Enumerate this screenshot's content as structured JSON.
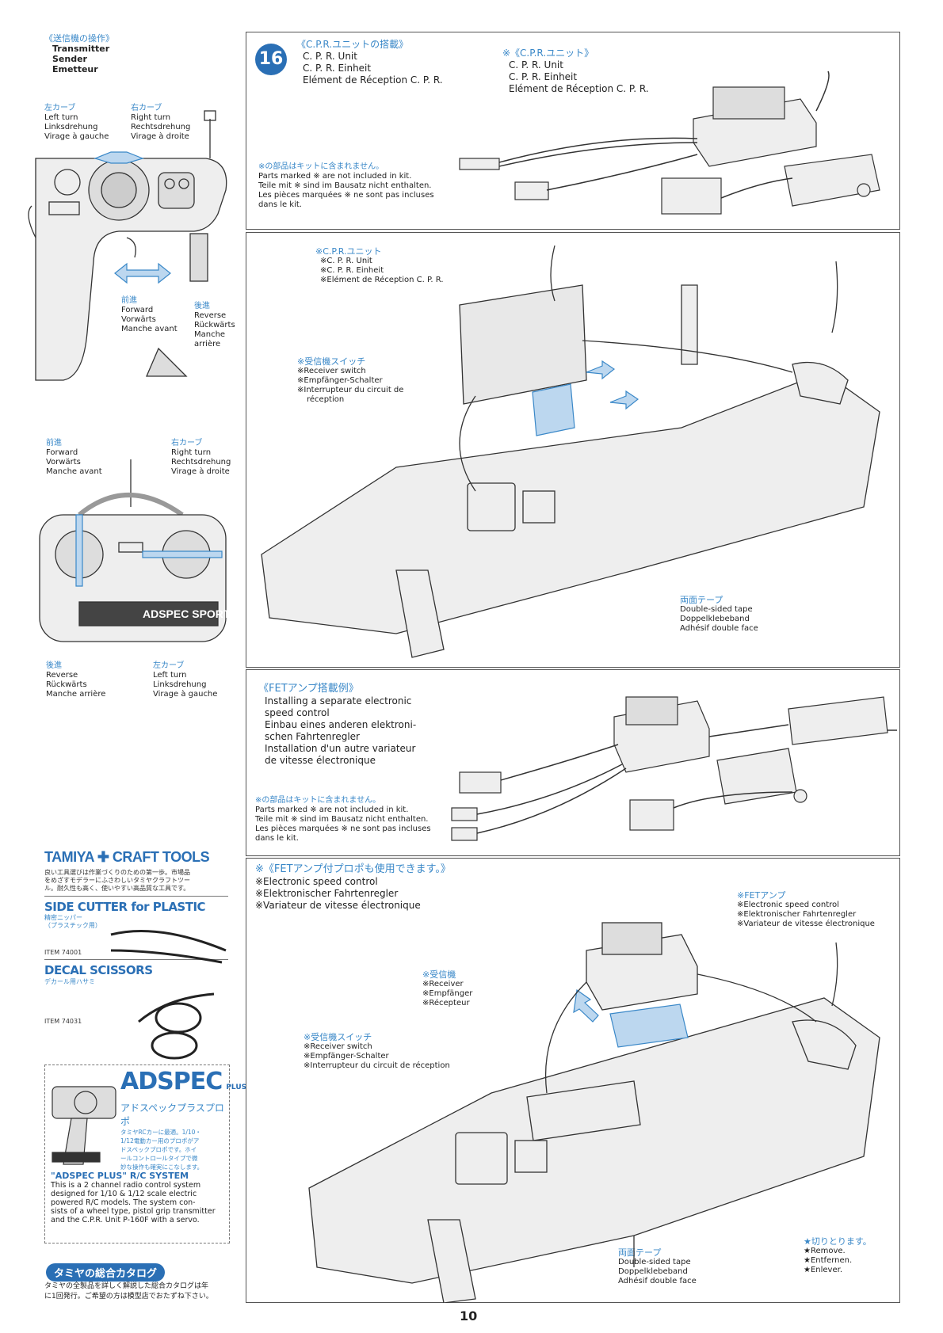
{
  "page_number": "10",
  "left": {
    "transmitter": {
      "jp": "《送信機の操作》",
      "l1": "Transmitter",
      "l2": "Sender",
      "l3": "Emetteur"
    },
    "stick_tx": {
      "left_turn": {
        "jp": "左カーブ",
        "l1": "Left turn",
        "l2": "Linksdrehung",
        "l3": "Virage à gauche"
      },
      "right_turn": {
        "jp": "右カーブ",
        "l1": "Right turn",
        "l2": "Rechtsdrehung",
        "l3": "Virage à droite"
      },
      "forward": {
        "jp": "前進",
        "l1": "Forward",
        "l2": "Vorwärts",
        "l3": "Manche avant"
      },
      "reverse": {
        "jp": "後進",
        "l1": "Reverse",
        "l2": "Rückwärts",
        "l3": "Manche",
        "l4": "arrière"
      }
    },
    "box_tx": {
      "forward": {
        "jp": "前進",
        "l1": "Forward",
        "l2": "Vorwärts",
        "l3": "Manche avant"
      },
      "right_turn": {
        "jp": "右カーブ",
        "l1": "Right turn",
        "l2": "Rechtsdrehung",
        "l3": "Virage à droite"
      },
      "reverse": {
        "jp": "後進",
        "l1": "Reverse",
        "l2": "Rückwärts",
        "l3": "Manche arrière"
      },
      "left_turn": {
        "jp": "左カーブ",
        "l1": "Left turn",
        "l2": "Linksdrehung",
        "l3": "Virage à gauche"
      },
      "brand": "ADSPEC SPORT"
    },
    "craft_tools": {
      "logo": "TAMIYA ✚ CRAFT TOOLS",
      "desc1": "良い工具選びは作業づくりのための第一歩。市場品",
      "desc2": "をめざすモデラーにふさわしいタミヤクラフトツー",
      "desc3": "ル。耐久性も高く、使いやすい高品質な工具です。",
      "item1_title": "SIDE CUTTER for PLASTIC",
      "item1_jp1": "精密ニッパー",
      "item1_jp2": "（プラスチック用）",
      "item1_no": "ITEM 74001",
      "item2_title": "DECAL SCISSORS",
      "item2_jp": "デカール用ハサミ",
      "item2_no": "ITEM 74031"
    },
    "adspec": {
      "logo": "ADSPEC",
      "plus": "PLUS",
      "jp_title": "アドスペックプラスプロポ",
      "jp1": "タミヤRCカーに最適。1/10・",
      "jp2": "1/12電動カー用のプロポがア",
      "jp3": "ドスペックプロポです。ホイ",
      "jp4": "ールコントロールタイプで微",
      "jp5": "妙な操作も確実にこなします。",
      "title": "\"ADSPEC PLUS\" R/C SYSTEM",
      "d1": "This is a 2 channel radio control system",
      "d2": "designed for 1/10 & 1/12 scale electric",
      "d3": "powered R/C models. The system con-",
      "d4": "sists of a wheel type, pistol grip transmitter",
      "d5": "and the C.P.R. Unit P-160F with a servo."
    },
    "catalog": {
      "badge": "タミヤの総合カタログ",
      "t1": "タミヤの全製品を詳しく解説した総合カタログは年",
      "t2": "に1回発行。ご希望の方は模型店でおたずね下さい。"
    }
  },
  "step16": {
    "number": "16",
    "jp": "《C.P.R.ユニットの搭載》",
    "l1": "C. P. R. Unit",
    "l2": "C. P. R. Einheit",
    "l3": "Elément de Réception C. P. R.",
    "unit_label": {
      "jp": "※《C.P.R.ユニット》",
      "l1": "C. P. R. Unit",
      "l2": "C. P. R. Einheit",
      "l3": "Elément de Réception C. P. R."
    },
    "note": {
      "jp": "※の部品はキットに含まれません。",
      "l1": "Parts marked ※ are not included in kit.",
      "l2": "Teile mit ※ sind im Bausatz nicht enthalten.",
      "l3": "Les pièces marquées ※ ne sont pas incluses",
      "l4": "dans le kit."
    }
  },
  "panel2": {
    "cpr": {
      "jp": "※C.P.R.ユニット",
      "l1": "※C. P. R. Unit",
      "l2": "※C. P. R. Einheit",
      "l3": "※Elément de Réception C. P. R."
    },
    "switch": {
      "jp": "※受信機スイッチ",
      "l1": "※Receiver switch",
      "l2": "※Empfänger-Schalter",
      "l3": "※Interrupteur du circuit de",
      "l4": "réception"
    },
    "tape": {
      "jp": "両面テープ",
      "l1": "Double-sided tape",
      "l2": "Doppelklebeband",
      "l3": "Adhésif double face"
    }
  },
  "panel3": {
    "jp": "《FETアンプ搭載例》",
    "l1": "Installing a separate electronic",
    "l2": "speed control",
    "l3": "Einbau eines anderen elektroni-",
    "l4": "schen Fahrtenregler",
    "l5": "Installation d'un autre variateur",
    "l6": "de vitesse électronique",
    "note": {
      "jp": "※の部品はキットに含まれません。",
      "l1": "Parts marked ※ are not included in kit.",
      "l2": "Teile mit ※ sind im Bausatz nicht enthalten.",
      "l3": "Les pièces marquées ※ ne sont pas incluses",
      "l4": "dans le kit."
    }
  },
  "panel4": {
    "jp": "※《FETアンプ付プロポも使用できます。》",
    "l1": "※Electronic speed control",
    "l2": "※Elektronischer Fahrtenregler",
    "l3": "※Variateur de vitesse électronique",
    "fet": {
      "jp": "※FETアンプ",
      "l1": "※Electronic speed control",
      "l2": "※Elektronischer Fahrtenregler",
      "l3": "※Variateur de vitesse électronique"
    },
    "receiver": {
      "jp": "※受信機",
      "l1": "※Receiver",
      "l2": "※Empfänger",
      "l3": "※Récepteur"
    },
    "switch": {
      "jp": "※受信機スイッチ",
      "l1": "※Receiver switch",
      "l2": "※Empfänger-Schalter",
      "l3": "※Interrupteur du circuit de réception"
    },
    "tape": {
      "jp": "両面テープ",
      "l1": "Double-sided tape",
      "l2": "Doppelklebeband",
      "l3": "Adhésif double face"
    },
    "cut": {
      "jp": "★切りとります。",
      "l1": "★Remove.",
      "l2": "★Entfernen.",
      "l3": "★Enlever."
    }
  }
}
